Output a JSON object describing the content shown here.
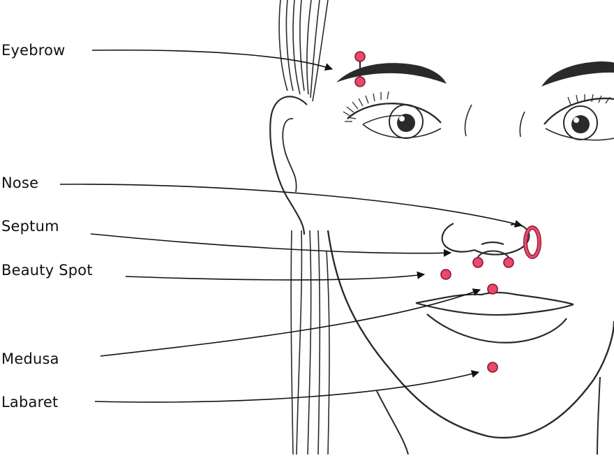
{
  "labels": {
    "eyebrow": "Eyebrow",
    "nose": "Nose",
    "septum": "Septum",
    "beauty_spot": "Beauty Spot",
    "medusa": "Medusa",
    "labaret": "Labaret"
  },
  "colors": {
    "line": "#2a2a2a",
    "jewelry_fill": "#e8496d",
    "jewelry_stroke": "#8a1530",
    "background": "#ffffff"
  }
}
